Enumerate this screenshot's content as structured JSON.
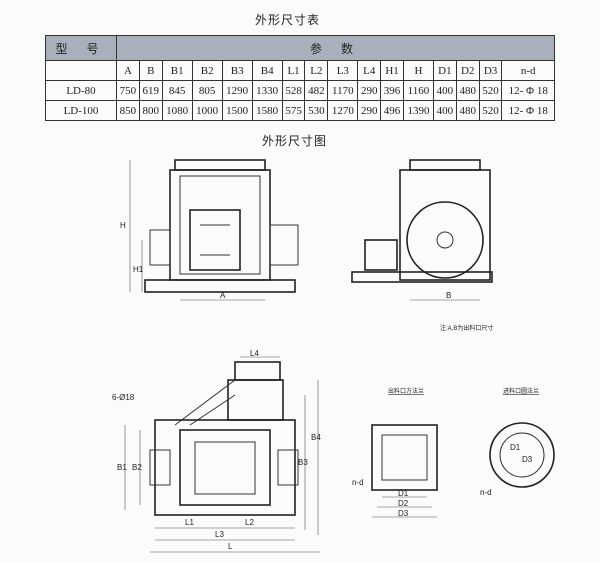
{
  "table_title": "外形尺寸表",
  "header": {
    "model": "型 号",
    "params": "参 数"
  },
  "columns": [
    "A",
    "B",
    "B1",
    "B2",
    "B3",
    "B4",
    "L1",
    "L2",
    "L3",
    "L4",
    "H1",
    "H",
    "D1",
    "D2",
    "D3",
    "n-d"
  ],
  "rows": [
    {
      "model": "LD-80",
      "values": [
        "750",
        "619",
        "845",
        "805",
        "1290",
        "1330",
        "528",
        "482",
        "1170",
        "290",
        "396",
        "1160",
        "400",
        "480",
        "520",
        "12- Φ 18"
      ]
    },
    {
      "model": "LD-100",
      "values": [
        "850",
        "800",
        "1080",
        "1000",
        "1500",
        "1580",
        "575",
        "530",
        "1270",
        "290",
        "496",
        "1390",
        "400",
        "480",
        "520",
        "12- Φ 18"
      ]
    }
  ],
  "drawing_title": "外形尺寸图",
  "note": "注:A,B为出料口尺寸",
  "flange_labels": {
    "square": "出料口方法兰",
    "round": "进料口圆法兰"
  },
  "dims": {
    "H": "H",
    "H1": "H1",
    "A": "A",
    "B": "B",
    "L4": "L4",
    "holes": "6-Ø18",
    "B1": "B1",
    "B2": "B2",
    "B3": "B3",
    "B4": "B4",
    "L1": "L1",
    "L2": "L2",
    "L3": "L3",
    "L": "L",
    "D1": "D1",
    "D2": "D2",
    "D3": "D3",
    "nd": "n-d"
  }
}
